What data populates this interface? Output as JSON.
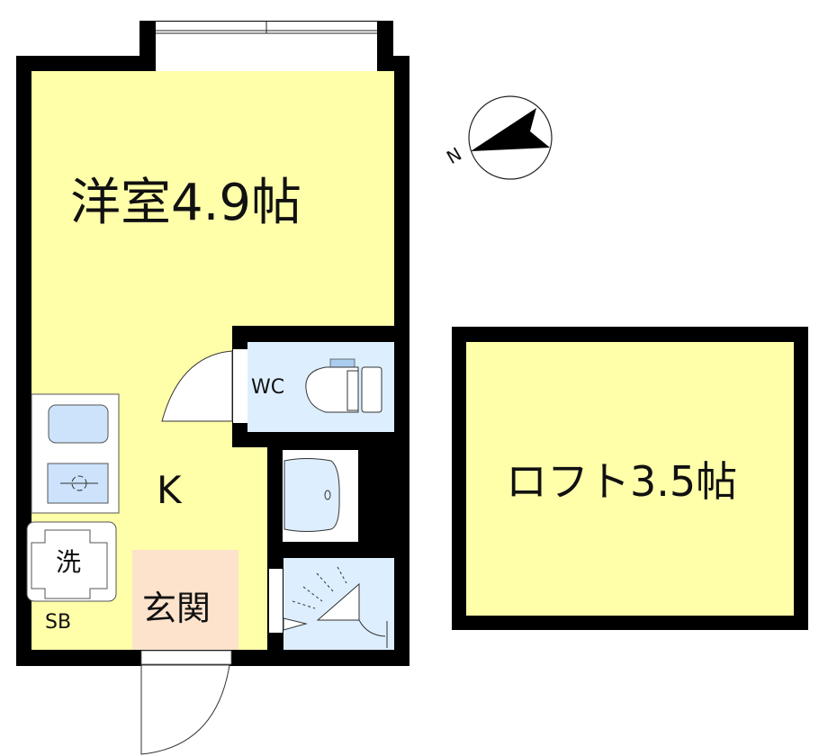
{
  "plan": {
    "western_room_label": "洋室4.9帖",
    "loft_label": "ロフト3.5帖",
    "kitchen_label": "K",
    "toilet_label": "WC",
    "washer_label": "洗",
    "entrance_label": "玄関",
    "shoebox_label": "SB",
    "compass_label": "N"
  },
  "colors": {
    "room_yellow": "#ffffaa",
    "wet_blue": "#ddeeff",
    "fixture_blue": "#cce3fb",
    "entrance_peach": "#fde3cc",
    "wall": "#000000"
  }
}
